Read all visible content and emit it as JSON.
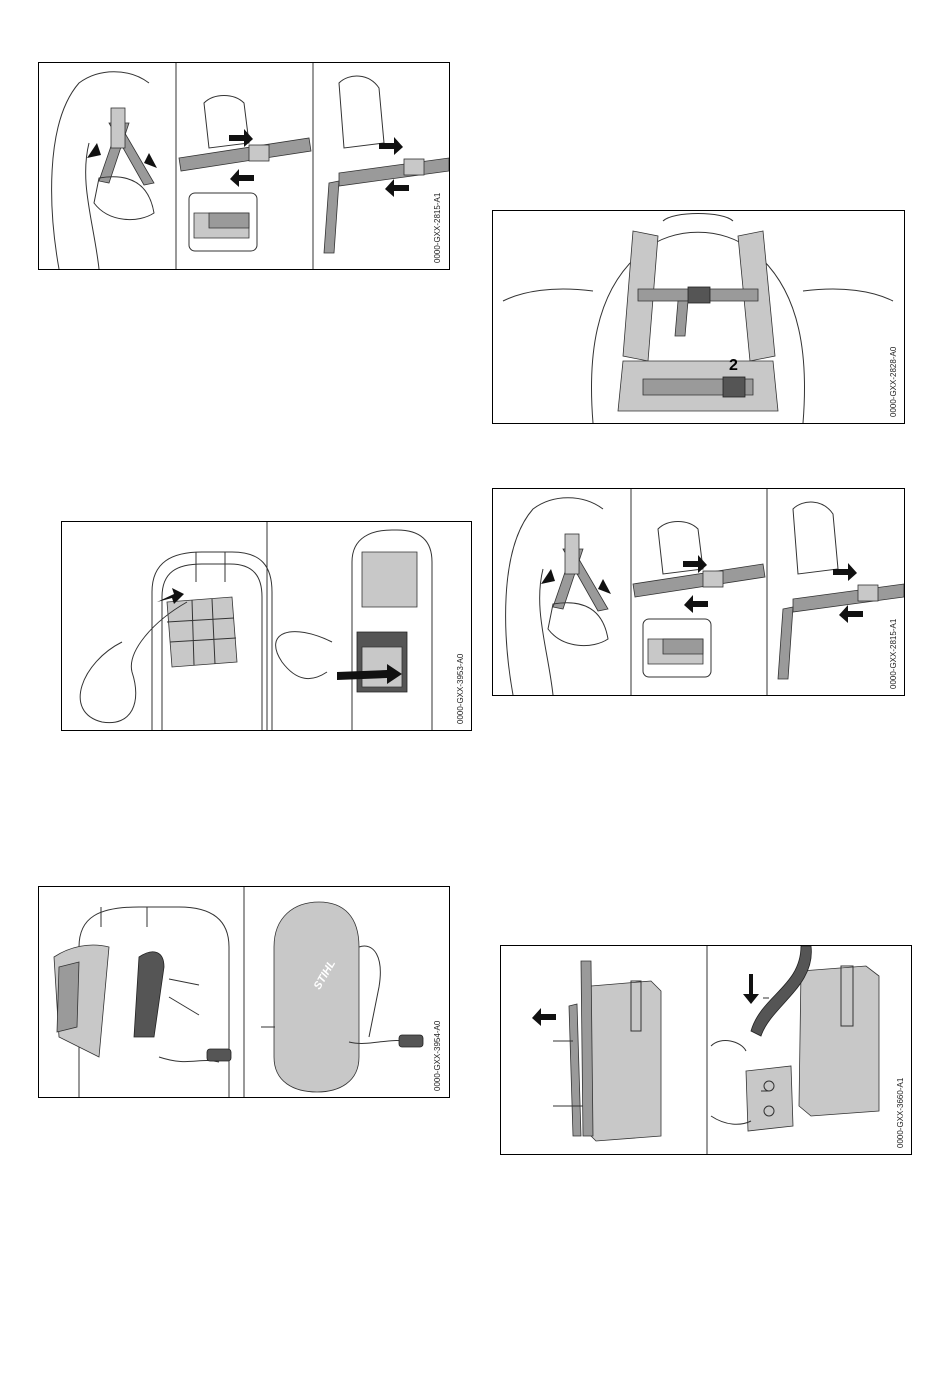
{
  "figures": [
    {
      "id": "fig-harness-adjust-top",
      "code": "0000-GXX-2815-A1"
    },
    {
      "id": "fig-harness-front",
      "code": "0000-GXX-2828-A0",
      "label": "2"
    },
    {
      "id": "fig-battery-insert",
      "code": "0000-GXX-3953-A0"
    },
    {
      "id": "fig-harness-adjust-right",
      "code": "0000-GXX-2815-A1"
    },
    {
      "id": "fig-backpack-close",
      "code": "0000-GXX-3954-A0",
      "brand": "STIHL"
    },
    {
      "id": "fig-belt-loop",
      "code": "0000-GXX-3660-A1"
    }
  ]
}
